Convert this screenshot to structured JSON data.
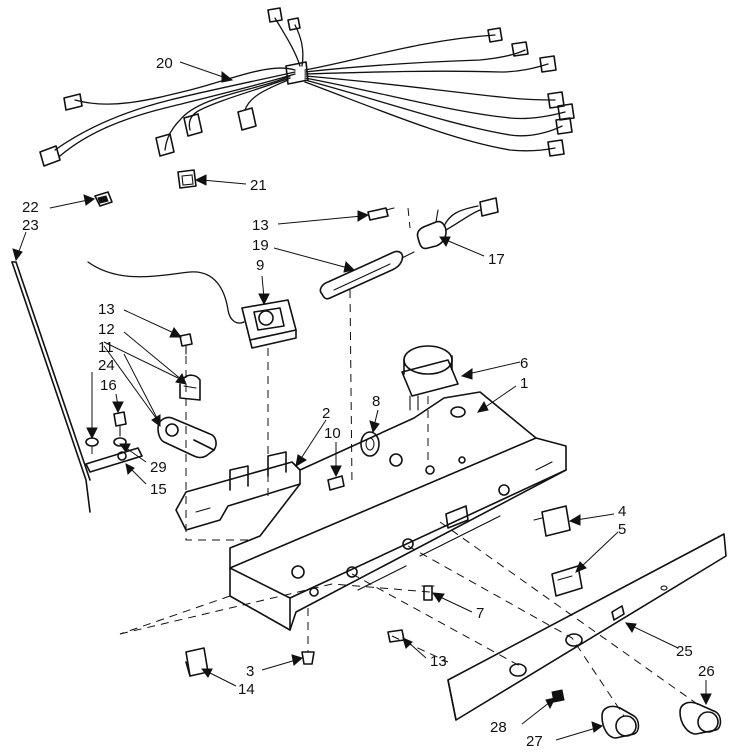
{
  "callouts": [
    {
      "id": "c20",
      "text": "20"
    },
    {
      "id": "c21",
      "text": "21"
    },
    {
      "id": "c22",
      "text": "22"
    },
    {
      "id": "c23",
      "text": "23"
    },
    {
      "id": "c13a",
      "text": "13"
    },
    {
      "id": "c19",
      "text": "19"
    },
    {
      "id": "c17",
      "text": "17"
    },
    {
      "id": "c9",
      "text": "9"
    },
    {
      "id": "c13b",
      "text": "13"
    },
    {
      "id": "c12",
      "text": "12"
    },
    {
      "id": "c11",
      "text": "11"
    },
    {
      "id": "c24",
      "text": "24"
    },
    {
      "id": "c16",
      "text": "16"
    },
    {
      "id": "c6",
      "text": "6"
    },
    {
      "id": "c1",
      "text": "1"
    },
    {
      "id": "c8",
      "text": "8"
    },
    {
      "id": "c2",
      "text": "2"
    },
    {
      "id": "c10",
      "text": "10"
    },
    {
      "id": "c29",
      "text": "29"
    },
    {
      "id": "c15",
      "text": "15"
    },
    {
      "id": "c4",
      "text": "4"
    },
    {
      "id": "c5",
      "text": "5"
    },
    {
      "id": "c7",
      "text": "7"
    },
    {
      "id": "c25",
      "text": "25"
    },
    {
      "id": "c13c",
      "text": "13"
    },
    {
      "id": "c3",
      "text": "3"
    },
    {
      "id": "c14",
      "text": "14"
    },
    {
      "id": "c26",
      "text": "26"
    },
    {
      "id": "c28",
      "text": "28"
    },
    {
      "id": "c27",
      "text": "27"
    }
  ]
}
